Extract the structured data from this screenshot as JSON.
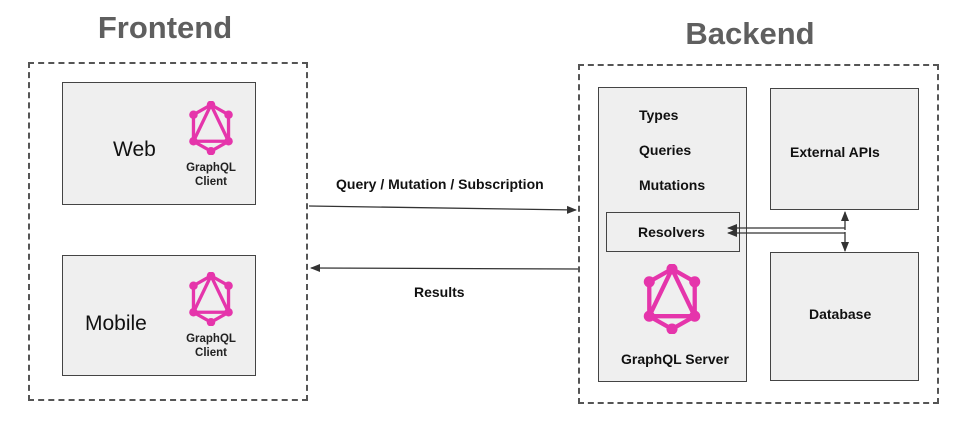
{
  "frontend": {
    "title": "Frontend",
    "clients": [
      {
        "name": "Web",
        "caption_line1": "GraphQL",
        "caption_line2": "Client"
      },
      {
        "name": "Mobile",
        "caption_line1": "GraphQL",
        "caption_line2": "Client"
      }
    ]
  },
  "backend": {
    "title": "Backend",
    "server": {
      "items": [
        "Types",
        "Queries",
        "Mutations"
      ],
      "resolvers": "Resolvers",
      "caption": "GraphQL Server"
    },
    "external_apis": "External APIs",
    "database": "Database"
  },
  "arrows": {
    "request": "Query / Mutation / Subscription",
    "response": "Results"
  },
  "colors": {
    "graphql_pink": "#e535ab",
    "title_gray": "#5f5f5f",
    "box_fill": "#efefef"
  },
  "icons": [
    "graphql-logo-icon"
  ]
}
